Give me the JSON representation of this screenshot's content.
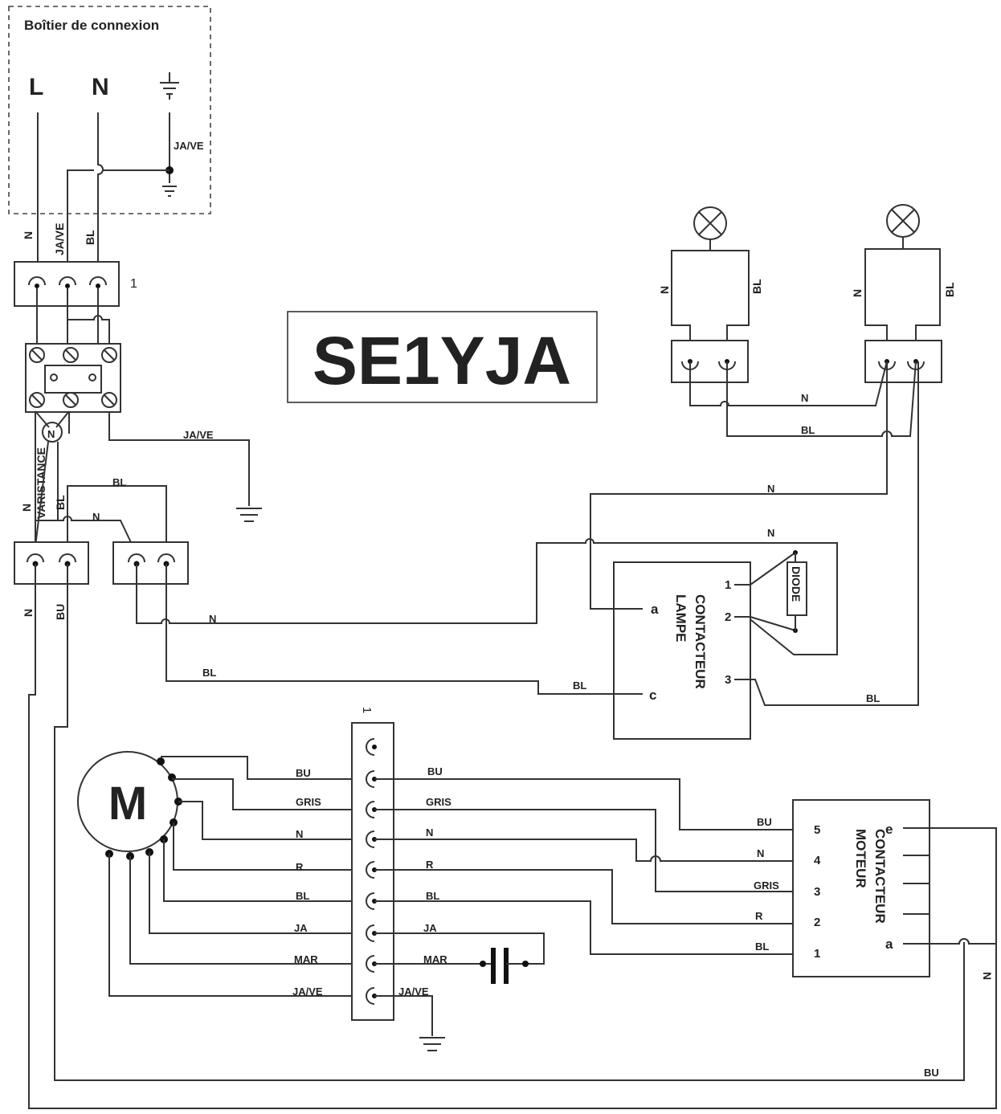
{
  "diagram": {
    "connection_box_title": "Boîtier de connexion",
    "model": "SE1YJA",
    "terminals": {
      "L": "L",
      "N": "N"
    },
    "block_number": "1",
    "varistance": "VARISTANCE",
    "contacteur_lampe": {
      "line1": "CONTACTEUR",
      "line2": "LAMPE",
      "pin_a": "a",
      "pin_c": "c",
      "pin_1": "1",
      "pin_2": "2",
      "pin_3": "3",
      "diode": "DIODE"
    },
    "contacteur_moteur": {
      "line1": "CONTACTEUR",
      "line2": "MOTEUR",
      "pin_5": "5",
      "pin_4": "4",
      "pin_3": "3",
      "pin_2": "2",
      "pin_1": "1",
      "pin_e": "e",
      "pin_a": "a"
    },
    "motor": "M",
    "wire_labels": {
      "N": "N",
      "BL": "BL",
      "BU": "BU",
      "JAVE": "JA/VE",
      "GRIS": "GRIS",
      "R": "R",
      "JA": "JA",
      "MAR": "MAR"
    }
  }
}
